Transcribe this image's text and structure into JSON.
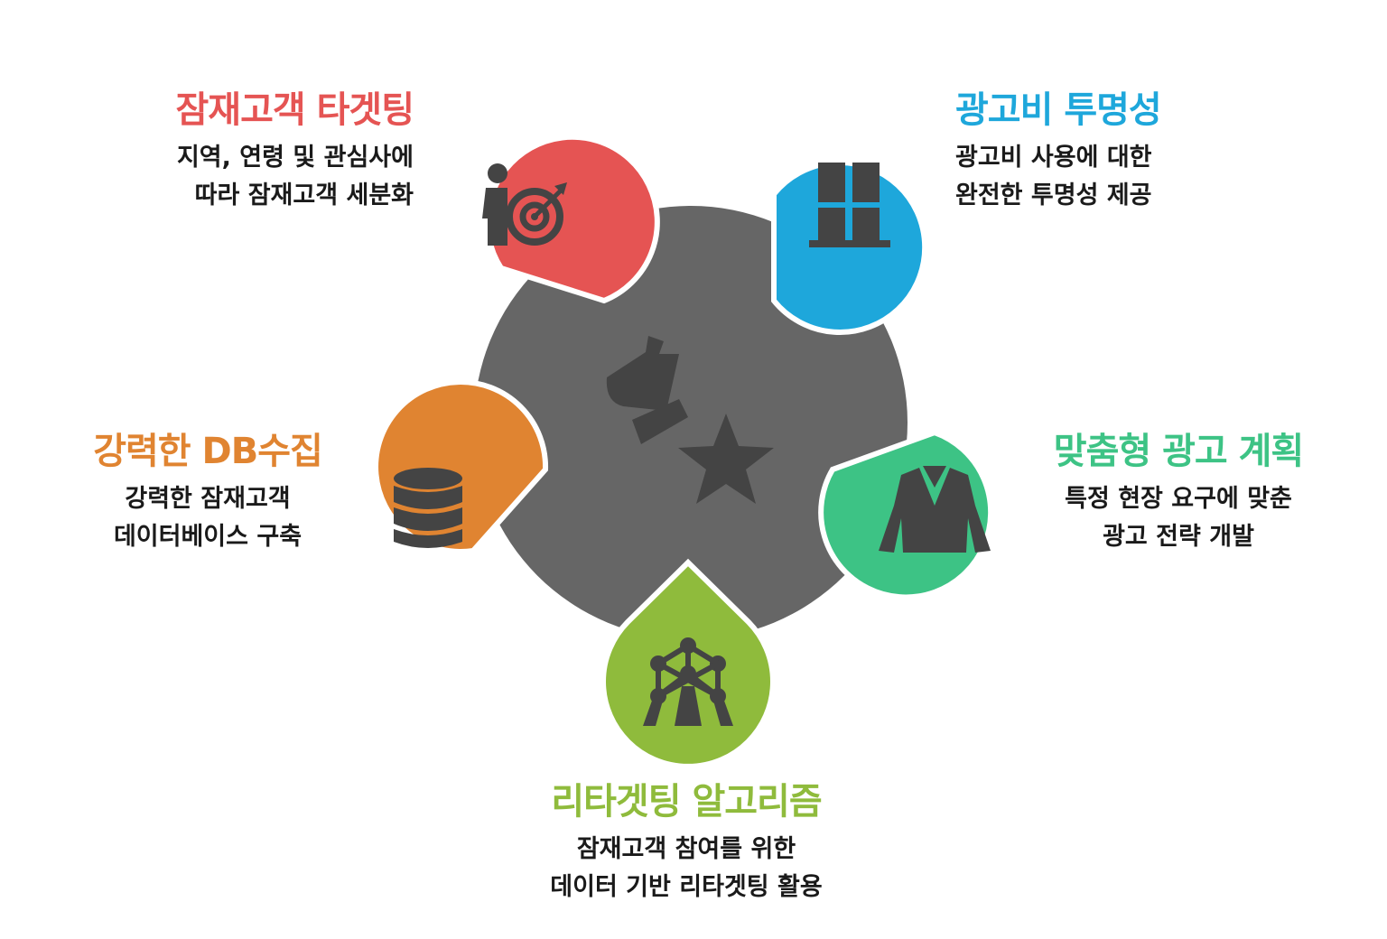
{
  "colors": {
    "hub": "#666666",
    "icon_dark": "#444444",
    "targeting": "#e55453",
    "transparency": "#1ea7db",
    "custom_plan": "#3dc385",
    "retargeting": "#8fbb3c",
    "db": "#e08431"
  },
  "hub": {
    "icons": [
      "hammer-icon",
      "star-icon"
    ]
  },
  "items": {
    "targeting": {
      "title": "잠재고객 타겟팅",
      "desc_line1": "지역, 연령 및 관심사에",
      "desc_line2": "따라 잠재고객 세분화",
      "icon": "person-target-icon"
    },
    "transparency": {
      "title": "광고비 투명성",
      "desc_line1": "광고비 사용에 대한",
      "desc_line2": "완전한 투명성 제공",
      "icon": "window-icon"
    },
    "custom_plan": {
      "title": "맞춤형 광고 계획",
      "desc_line1": "특정 현장 요구에 맞춘",
      "desc_line2": "광고 전략 개발",
      "icon": "suit-icon"
    },
    "retargeting": {
      "title": "리타겟팅 알고리즘",
      "desc_line1": "잠재고객 참여를 위한",
      "desc_line2": "데이터 기반 리타겟팅 활용",
      "icon": "atomium-icon"
    },
    "db": {
      "title": "강력한 DB수집",
      "desc_line1": "강력한 잠재고객",
      "desc_line2": "데이터베이스 구축",
      "icon": "database-icon"
    }
  }
}
